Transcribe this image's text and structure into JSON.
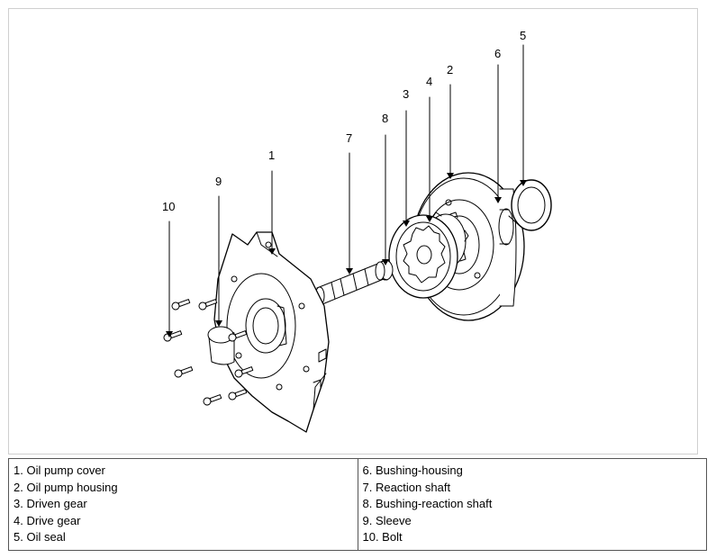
{
  "callouts": [
    "1",
    "2",
    "3",
    "4",
    "5",
    "6",
    "7",
    "8",
    "9",
    "10"
  ],
  "legend": {
    "left": [
      "1. Oil pump cover",
      "2. Oil pump housing",
      "3. Driven gear",
      "4. Drive gear",
      "5. Oil seal"
    ],
    "right": [
      "6. Bushing-housing",
      "7. Reaction shaft",
      "8. Bushing-reaction shaft",
      "9. Sleeve",
      "10. Bolt"
    ]
  },
  "colors": {
    "line": "#000000",
    "border": "#555555",
    "frame": "#cfcfcf"
  }
}
